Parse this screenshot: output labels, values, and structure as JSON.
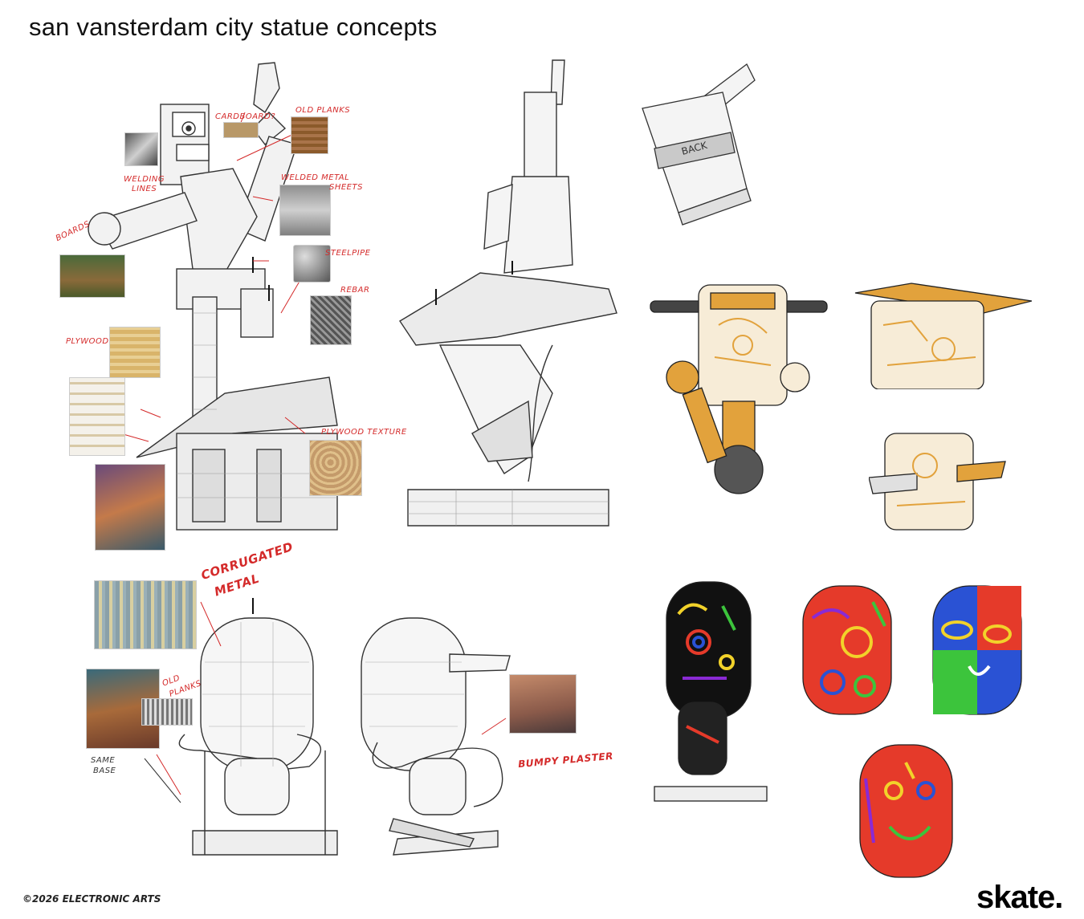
{
  "title": "san vansterdam city statue concepts",
  "annotations": {
    "cardboard": "CARDBOARD?",
    "old_planks": "OLD PLANKS",
    "welding_lines_1": "WELDING",
    "welding_lines_2": "LINES",
    "welded_metal_1": "WELDED METAL",
    "welded_metal_2": "SHEETS",
    "boards": "BOARDS",
    "steelpipe": "STEELPIPE",
    "rebar": "REBAR",
    "plywood": "PLYWOOD",
    "plywood_texture": "PLYWOOD TEXTURE",
    "back": "BACK",
    "corrugated_1": "CORRUGATED",
    "corrugated_2": "METAL",
    "old_planks_2a": "OLD",
    "old_planks_2b": "PLANKS",
    "same_base_1": "SAME",
    "same_base_2": "BASE",
    "bumpy_plaster": "BUMPY PLASTER"
  },
  "footer": {
    "copyright": "©2026 ELECTRONIC ARTS",
    "logo": "skate."
  },
  "colors": {
    "annotation": "#d42a2a",
    "orange_block": "#e2a23c",
    "graffiti_red": "#e53a2a",
    "graffiti_blue": "#2a52d4",
    "graffiti_green": "#3cc43c",
    "graffiti_yellow": "#f2d22a",
    "graffiti_purple": "#8a2ad4"
  }
}
